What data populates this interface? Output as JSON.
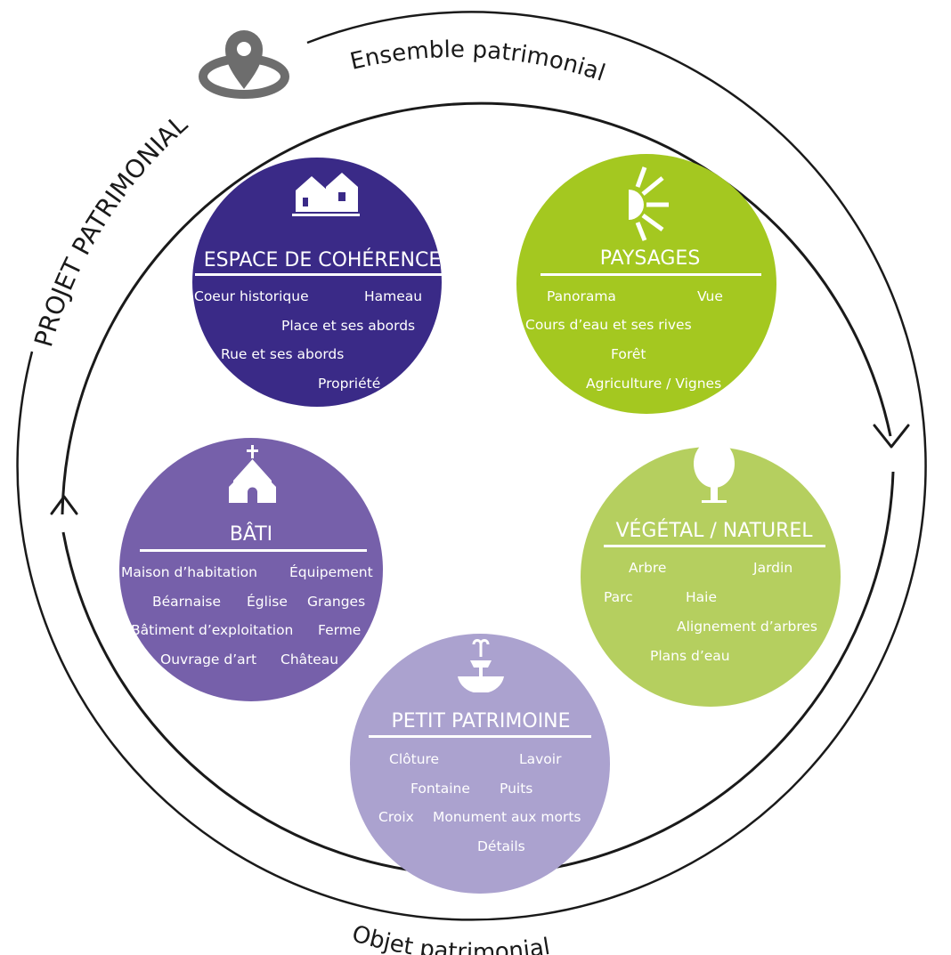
{
  "ring": {
    "projet": "PROJET PATRIMONIAL",
    "ensemble": "Ensemble patrimonial",
    "objet": "Objet patrimonial"
  },
  "colors": {
    "espace": "#3a2a87",
    "paysages": "#a4c820",
    "bati": "#7660aa",
    "vegetal": "#b5cf5f",
    "petit": "#aba2cf",
    "ring": "#1a1a1a",
    "pin": "#6d6d6d"
  },
  "espace": {
    "title": "ESPACE DE COHÉRENCE",
    "items": [
      "Coeur historique",
      "Hameau",
      "Place et ses abords",
      "Rue et ses abords",
      "Propriété"
    ]
  },
  "paysages": {
    "title": "PAYSAGES",
    "items": [
      "Panorama",
      "Vue",
      "Cours d’eau et ses rives",
      "Forêt",
      "Agriculture / Vignes"
    ]
  },
  "bati": {
    "title": "BÂTI",
    "items": [
      "Maison d’habitation",
      "Équipement",
      "Béarnaise",
      "Église",
      "Granges",
      "Bâtiment d’exploitation",
      "Ferme",
      "Ouvrage d’art",
      "Château"
    ]
  },
  "vegetal": {
    "title": "VÉGÉTAL / NATUREL",
    "items": [
      "Arbre",
      "Jardin",
      "Parc",
      "Haie",
      "Alignement d’arbres",
      "Plans d’eau"
    ]
  },
  "petit": {
    "title": "PETIT PATRIMOINE",
    "items": [
      "Clôture",
      "Lavoir",
      "Fontaine",
      "Puits",
      "Croix",
      "Monument aux morts",
      "Détails"
    ]
  }
}
